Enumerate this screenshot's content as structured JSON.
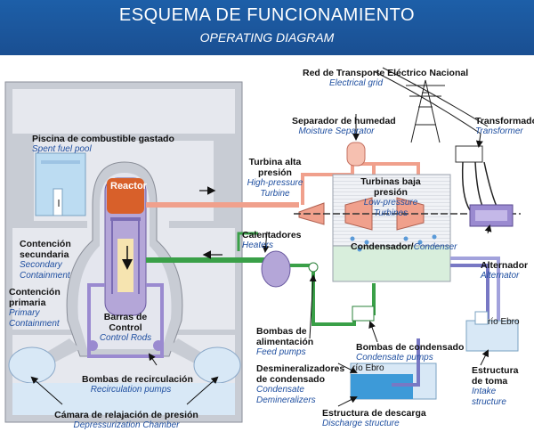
{
  "header": {
    "title": "ESQUEMA DE FUNCIONAMIENTO",
    "subtitle": "OPERATING DIAGRAM"
  },
  "colors": {
    "banner": "#1c58a0",
    "steam": "#f0a08c",
    "feedwater": "#3aa048",
    "cooling": "#7878c4",
    "reactor_core": "#d8602a",
    "building": "#c8ccd4"
  },
  "labels": {
    "grid": {
      "es": "Red de Transporte Eléctrico Nacional",
      "en": "Electrical grid"
    },
    "moisture": {
      "es": "Separador de humedad",
      "en": "Moisture Separator"
    },
    "transformer": {
      "es": "Transformador",
      "en": "Transformer"
    },
    "spent_fuel": {
      "es": "Piscina de combustible gastado",
      "en": "Spent fuel pool"
    },
    "hp_turbine": {
      "es": "Turbina alta presión",
      "en": "High-pressure Turbine"
    },
    "lp_turbines": {
      "es": "Turbinas baja presión",
      "en": "Low-pressure Turbines"
    },
    "reactor": "Reactor",
    "heaters": {
      "es": "Calentadores",
      "en": "Heaters"
    },
    "condenser": {
      "es": "Condensador/",
      "en": "Condenser"
    },
    "secondary": {
      "es": "Contención secundaria",
      "en": "Secondary Containment"
    },
    "primary": {
      "es": "Contención primaria",
      "en": "Primary Containment"
    },
    "alternator": {
      "es": "Alternador",
      "en": "Alternator"
    },
    "control_rods": {
      "es": "Barras de Control",
      "en": "Control Rods"
    },
    "feed_pumps": {
      "es": "Bombas de alimentación",
      "en": "Feed pumps"
    },
    "condensate_pumps": {
      "es": "Bombas de condensado",
      "en": "Condensate pumps"
    },
    "rio_ebro_1": "río Ebro",
    "rio_ebro_2": "río Ebro",
    "recirc_pumps": {
      "es": "Bombas de recirculación",
      "en": "Recirculation pumps"
    },
    "demineralizers": {
      "es": "Desmineralizadores de condensado",
      "en": "Condensate Demineralizers"
    },
    "intake": {
      "es": "Estructura de toma",
      "en": "Intake structure"
    },
    "discharge": {
      "es": "Estructura de descarga",
      "en": "Discharge structure"
    },
    "depressurization": {
      "es": "Cámara de relajación de presión",
      "en": "Depressurization Chamber"
    }
  }
}
